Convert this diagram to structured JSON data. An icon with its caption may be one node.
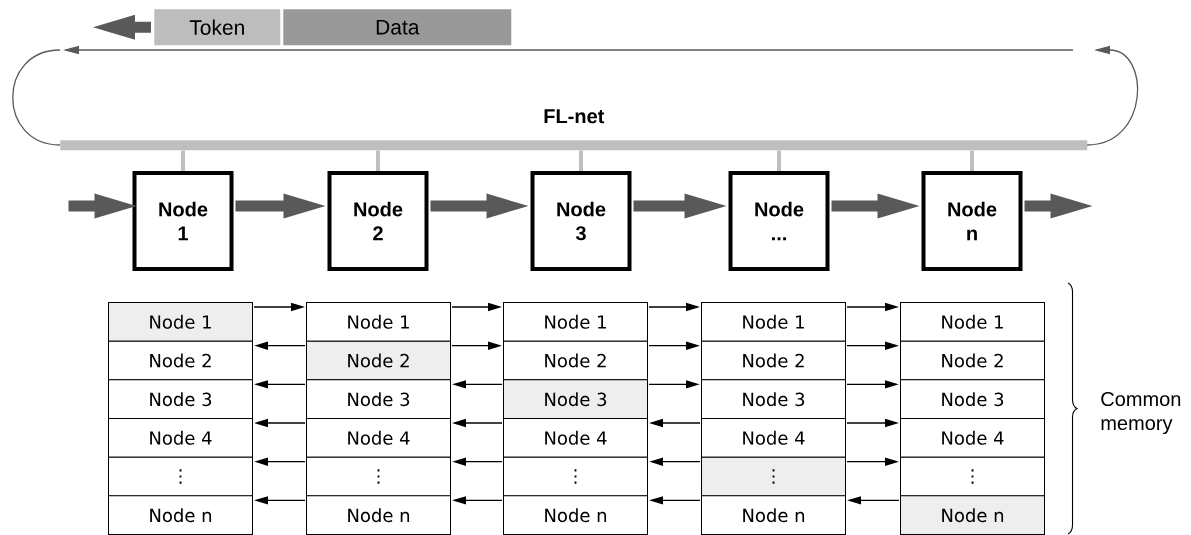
{
  "diagram": {
    "nodes": [
      {
        "text": [
          "Token"
        ]
      },
      {
        "text": [
          "Data"
        ]
      },
      {
        "text": [
          "FL-net"
        ]
      },
      {
        "text": [
          "Node 1"
        ]
      },
      {
        "text": [
          "Node 2"
        ]
      },
      {
        "text": [
          "Node 3"
        ]
      },
      {
        "text": [
          "Node ..."
        ]
      },
      {
        "text": [
          "Node n"
        ]
      },
      {
        "text": [
          "Node 1"
        ]
      },
      {
        "text": [
          "Node 2"
        ]
      },
      {
        "text": [
          "Node 3"
        ]
      },
      {
        "text": [
          "Node 4"
        ]
      },
      {
        "text": [
          "⋮"
        ]
      },
      {
        "text": [
          "Node n"
        ]
      },
      {
        "text": [
          "Node 1"
        ]
      },
      {
        "text": [
          "Node 2"
        ]
      },
      {
        "text": [
          "Node 3"
        ]
      },
      {
        "text": [
          "Node 4"
        ]
      },
      {
        "text": [
          "⋮"
        ]
      },
      {
        "text": [
          "Node n"
        ]
      },
      {
        "text": [
          "Node 1"
        ]
      },
      {
        "text": [
          "Node 2"
        ]
      },
      {
        "text": [
          "Node 3"
        ]
      },
      {
        "text": [
          "Node 4"
        ]
      },
      {
        "text": [
          "⋮"
        ]
      },
      {
        "text": [
          "Node n"
        ]
      },
      {
        "text": [
          "Node 1"
        ]
      },
      {
        "text": [
          "Node 2"
        ]
      },
      {
        "text": [
          "Node 3"
        ]
      },
      {
        "text": [
          "Node 4"
        ]
      },
      {
        "text": [
          "⋮"
        ]
      },
      {
        "text": [
          "Node n"
        ]
      },
      {
        "text": [
          "Node 1"
        ]
      },
      {
        "text": [
          "Node 2"
        ]
      },
      {
        "text": [
          "Node 3"
        ]
      },
      {
        "text": [
          "Node 4"
        ]
      },
      {
        "text": [
          "⋮"
        ]
      },
      {
        "text": [
          "Node n"
        ]
      }
    ],
    "edges": [
      {
        "from": 0,
        "to": null,
        "arrow": "to",
        "style": "thick",
        "color": "#595959"
      },
      {
        "from": 2,
        "to": 3,
        "arrow": "none",
        "style": "thick",
        "color": "#bfbfbf"
      },
      {
        "from": 2,
        "to": 4,
        "arrow": "none",
        "style": "thick",
        "color": "#bfbfbf"
      },
      {
        "from": 2,
        "to": 5,
        "arrow": "none",
        "style": "thick",
        "color": "#bfbfbf"
      },
      {
        "from": 2,
        "to": 6,
        "arrow": "none",
        "style": "thick",
        "color": "#bfbfbf"
      },
      {
        "from": 2,
        "to": 7,
        "arrow": "none",
        "style": "thick",
        "color": "#bfbfbf"
      },
      {
        "from": null,
        "to": 3,
        "arrow": "to",
        "style": "thick",
        "color": "#595959"
      },
      {
        "from": 3,
        "to": 4,
        "arrow": "to",
        "style": "thick",
        "color": "#595959"
      },
      {
        "from": 4,
        "to": 5,
        "arrow": "to",
        "style": "thick",
        "color": "#595959"
      },
      {
        "from": 5,
        "to": 6,
        "arrow": "to",
        "style": "thick",
        "color": "#595959"
      },
      {
        "from": 6,
        "to": 7,
        "arrow": "to",
        "style": "thick",
        "color": "#595959"
      },
      {
        "from": 7,
        "to": null,
        "arrow": "to",
        "style": "thick",
        "color": "#595959"
      },
      {
        "from": 8,
        "to": 14,
        "arrow": "to"
      },
      {
        "from": 15,
        "to": 9,
        "arrow": "to"
      },
      {
        "from": 16,
        "to": 10,
        "arrow": "to"
      },
      {
        "from": 17,
        "to": 11,
        "arrow": "to"
      },
      {
        "from": 18,
        "to": 12,
        "arrow": "to"
      },
      {
        "from": 19,
        "to": 13,
        "arrow": "to"
      },
      {
        "from": 14,
        "to": 20,
        "arrow": "to"
      },
      {
        "from": 15,
        "to": 21,
        "arrow": "to"
      },
      {
        "from": 22,
        "to": 16,
        "arrow": "to"
      },
      {
        "from": 23,
        "to": 17,
        "arrow": "to"
      },
      {
        "from": 24,
        "to": 18,
        "arrow": "to"
      },
      {
        "from": 25,
        "to": 19,
        "arrow": "to"
      },
      {
        "from": 20,
        "to": 26,
        "arrow": "to"
      },
      {
        "from": 21,
        "to": 27,
        "arrow": "to"
      },
      {
        "from": 22,
        "to": 28,
        "arrow": "to"
      },
      {
        "from": 29,
        "to": 23,
        "arrow": "to"
      },
      {
        "from": 30,
        "to": 24,
        "arrow": "to"
      },
      {
        "from": 31,
        "to": 25,
        "arrow": "to"
      },
      {
        "from": 26,
        "to": 32,
        "arrow": "to"
      },
      {
        "from": 27,
        "to": 33,
        "arrow": "to"
      },
      {
        "from": 28,
        "to": 34,
        "arrow": "to"
      },
      {
        "from": 29,
        "to": 35,
        "arrow": "to"
      },
      {
        "from": 30,
        "to": 36,
        "arrow": "to"
      },
      {
        "from": 37,
        "to": 31,
        "arrow": "to"
      }
    ],
    "labels": [
      "Common memory"
    ]
  }
}
